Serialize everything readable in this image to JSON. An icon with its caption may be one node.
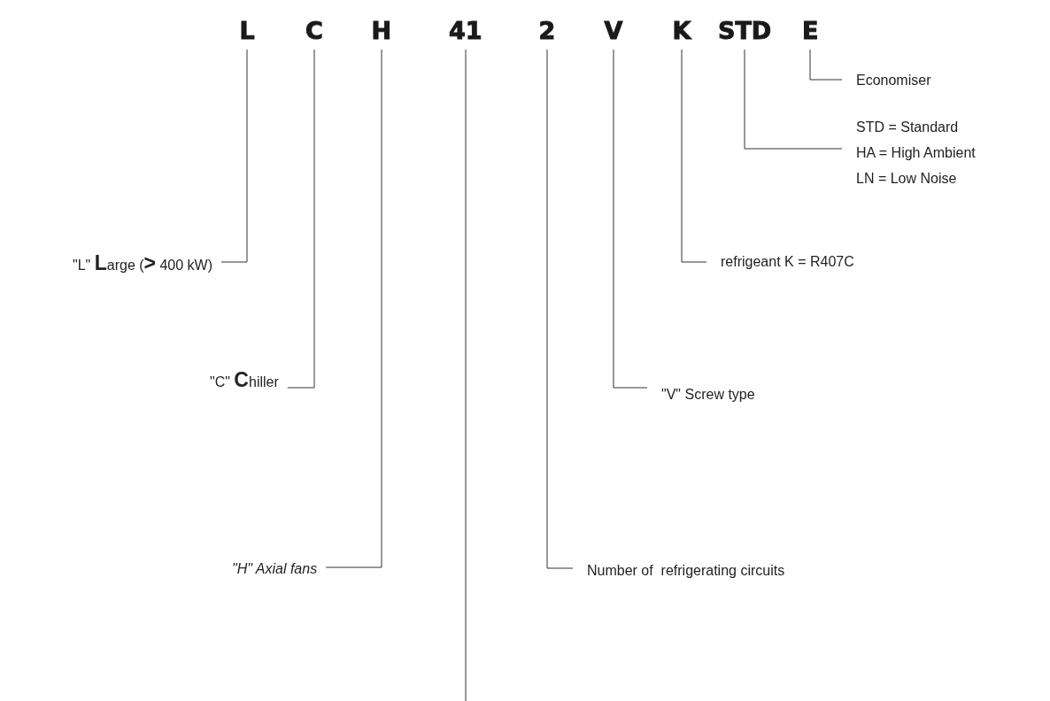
{
  "diagram": {
    "nodes": [
      {
        "text": [
          "L"
        ]
      },
      {
        "text": [
          "C"
        ]
      },
      {
        "text": [
          "H"
        ]
      },
      {
        "text": [
          "41"
        ]
      },
      {
        "text": [
          "2"
        ]
      },
      {
        "text": [
          "V"
        ]
      },
      {
        "text": [
          "K"
        ]
      },
      {
        "text": [
          "STD"
        ]
      },
      {
        "text": [
          "E"
        ]
      },
      {
        "text": [
          "Economiser"
        ]
      },
      {
        "text": [
          "STD = Standard",
          "HA = High Ambient",
          "LN = Low Noise"
        ]
      },
      {
        "text": [
          "\"L\" **L**arge (**>** 400 kW)"
        ]
      },
      {
        "text": [
          "refrigeant K = R407C"
        ]
      },
      {
        "text": [
          "\"C\" **C**hiller"
        ]
      },
      {
        "text": [
          "\"V\" Screw type"
        ]
      },
      {
        "text": [
          "\"H\" Axial fans"
        ]
      },
      {
        "text": [
          "Number of  refrigerating circuits"
        ]
      }
    ],
    "edges": [
      {
        "from": 0,
        "to": 11,
        "arrow": "none"
      },
      {
        "from": 1,
        "to": 13,
        "arrow": "none"
      },
      {
        "from": 2,
        "to": 15,
        "arrow": "none"
      },
      {
        "from": 3,
        "to": null,
        "arrow": "none"
      },
      {
        "from": 4,
        "to": 16,
        "arrow": "none"
      },
      {
        "from": 5,
        "to": 14,
        "arrow": "none"
      },
      {
        "from": 6,
        "to": 12,
        "arrow": "none"
      },
      {
        "from": 7,
        "to": 10,
        "arrow": "none"
      },
      {
        "from": 8,
        "to": 9,
        "arrow": "none"
      }
    ]
  }
}
